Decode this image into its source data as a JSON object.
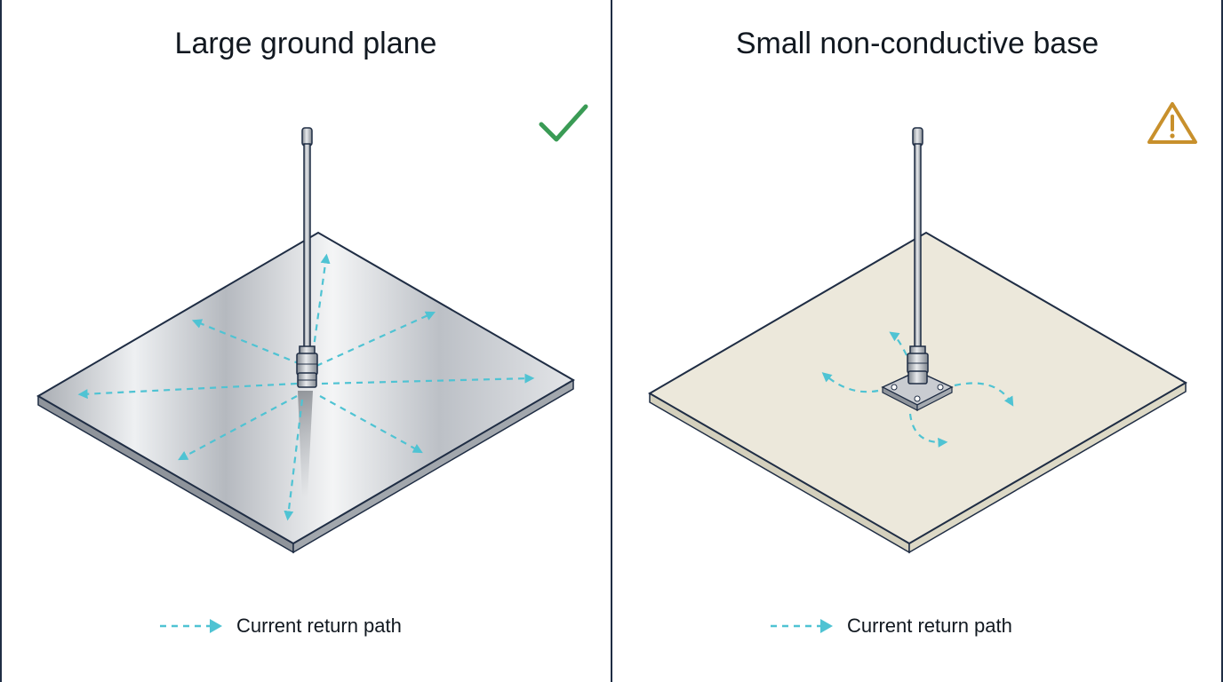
{
  "panels": {
    "left": {
      "title": "Large ground plane",
      "status_icon": "check-icon",
      "status_color": "#3a9b55",
      "plate_style": "metal",
      "legend_label": "Current return path"
    },
    "right": {
      "title": "Small non-conductive base",
      "status_icon": "warning-icon",
      "status_color": "#c8902c",
      "plate_style": "non-conductive",
      "legend_label": "Current return path"
    }
  },
  "colors": {
    "current_path": "#4fc3d3",
    "outline": "#1f2d44"
  }
}
